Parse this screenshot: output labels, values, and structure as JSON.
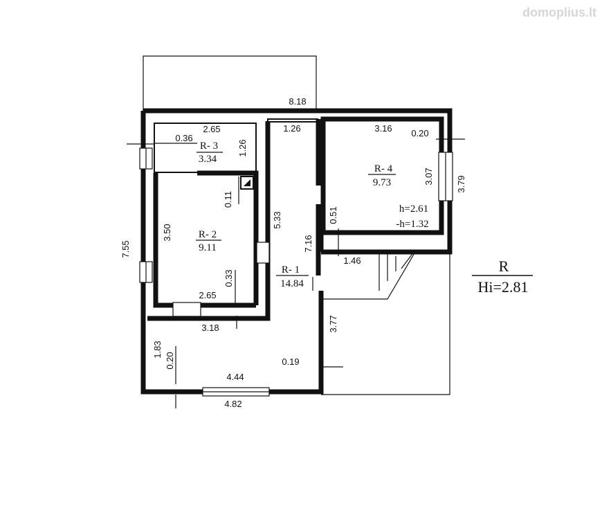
{
  "watermark": "domoplius.lt",
  "legend": {
    "letter": "R",
    "height": "Hi=2.81"
  },
  "rooms": {
    "r1": {
      "name": "R- 1",
      "area": "14.84"
    },
    "r2": {
      "name": "R- 2",
      "area": "9.11"
    },
    "r3": {
      "name": "R- 3",
      "area": "3.34"
    },
    "r4": {
      "name": "R- 4",
      "area": "9.73",
      "h": "h=2.61",
      "neg_h": "-h=1.32"
    }
  },
  "dimensions": {
    "overall_width": "8.18",
    "r3_width": "2.65",
    "r3_offset": "0.36",
    "r3_height": "1.26",
    "corridor_width": "1.26",
    "r4_width": "3.16",
    "r4_offset": "0.20",
    "r4_inner_height": "3.07",
    "r4_outer_height": "3.79",
    "r2_wall": "0.11",
    "r2_height": "3.50",
    "corridor_length": "5.33",
    "left_height": "7.55",
    "r2_width": "2.65",
    "r2_offset": "0.33",
    "r1_length": "7.16",
    "step_height": "0.51",
    "stair_width": "1.46",
    "r1_top_width": "3.18",
    "side_height": "3.77",
    "r1_left_height": "1.83",
    "r1_left_offset": "0.20",
    "r1_inner_width": "4.44",
    "r1_right_offset": "0.19",
    "bottom_width": "4.82"
  }
}
